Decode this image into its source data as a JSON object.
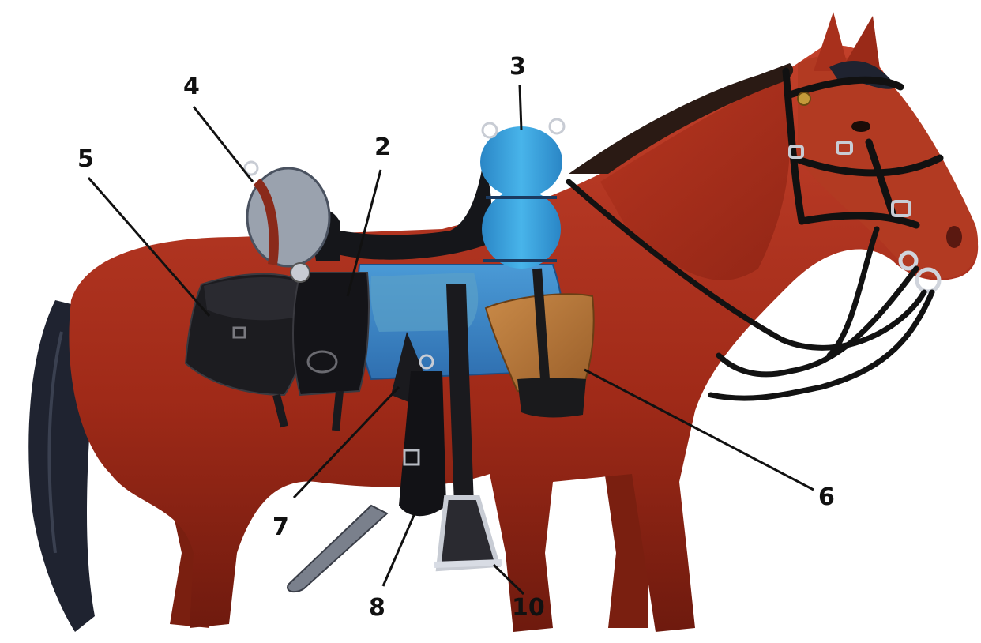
{
  "callouts": [
    {
      "id": "c2",
      "label": "2"
    },
    {
      "id": "c3",
      "label": "3"
    },
    {
      "id": "c4",
      "label": "4"
    },
    {
      "id": "c5",
      "label": "5"
    },
    {
      "id": "c6",
      "label": "6"
    },
    {
      "id": "c7",
      "label": "7"
    },
    {
      "id": "c8",
      "label": "8"
    },
    {
      "id": "c10",
      "label": "10"
    }
  ],
  "colors": {
    "coat": "#a8301c",
    "coat_dark": "#6e1a0e",
    "mane_tail": "#1f2330",
    "leather": "#1b1b1e",
    "blanket": "#3f86c8",
    "roll": "#3aa0dc",
    "nosebag": "#b7783c",
    "metal": "#b8bcc4"
  }
}
